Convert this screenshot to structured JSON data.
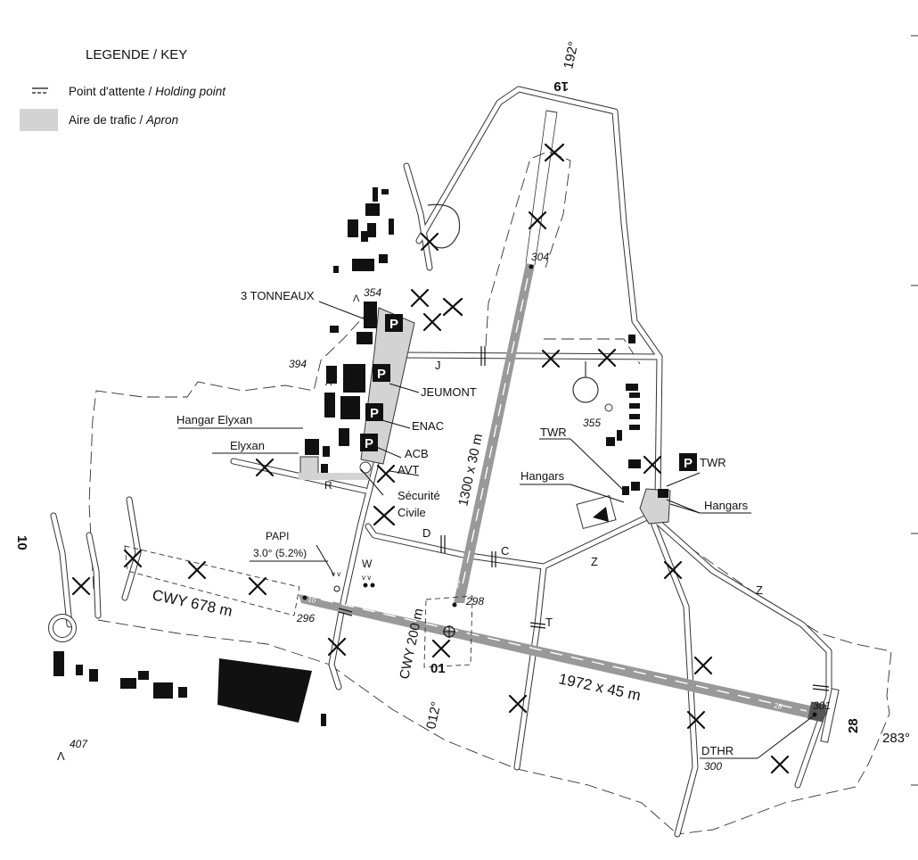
{
  "legend": {
    "title": "LEGENDE / KEY",
    "holding_point": {
      "fr": "Point d'attente / ",
      "en": "Holding point"
    },
    "apron": {
      "fr": "Aire de trafic / ",
      "en": "Apron"
    },
    "apron_color": "#d3d3d3"
  },
  "runways": {
    "main": {
      "dimensions": "1972 x 45 m",
      "end_a": "10",
      "end_b": "28",
      "heading_b": "283°",
      "color": "#999999"
    },
    "cross": {
      "dimensions": "1300 x 30 m",
      "end_a": "01",
      "end_b": "19",
      "heading_a": "012°",
      "heading_b": "192°"
    }
  },
  "clearways": {
    "west": "CWY 678 m",
    "south": "CWY 200 m"
  },
  "elevations": {
    "e296": "296",
    "e298": "298",
    "e301": "301",
    "e304": "304",
    "e354": "354",
    "e355": "355",
    "e394": "394",
    "e407": "407"
  },
  "dthr": {
    "label": "DTHR",
    "value": "300"
  },
  "taxiways": {
    "j": "J",
    "d": "D",
    "c": "C",
    "z1": "Z",
    "z2": "Z",
    "t": "T",
    "r": "R",
    "w": "W"
  },
  "papi": {
    "label": "PAPI",
    "angle": "3.0° (5.2%)"
  },
  "facilities": {
    "tonneaux": "3 TONNEAUX",
    "jeumont": "JEUMONT",
    "enac": "ENAC",
    "acb": "ACB",
    "avt": "AVT",
    "securite": "Sécurité",
    "civile": "Civile",
    "hangar_elyxan": "Hangar Elyxan",
    "elyxan": "Elyxan",
    "twr_left": "TWR",
    "twr_right": "TWR",
    "hangars_left": "Hangars",
    "hangars_right": "Hangars",
    "parking_symbol": "P"
  }
}
